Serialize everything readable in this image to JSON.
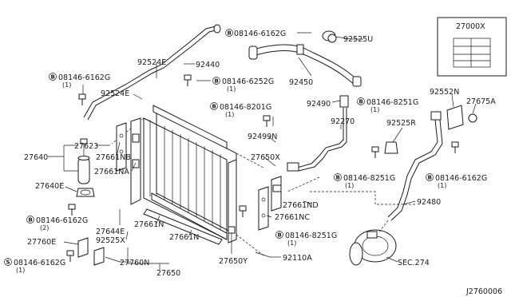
{
  "prefix_b": "B",
  "prefix_s": "S",
  "labels": {
    "l27000x": "27000X",
    "l92525u": "92525U",
    "l92524e_top": "92524E",
    "l92440": "92440",
    "l92450": "92450",
    "l92524e_mid": "92524E",
    "l92552n": "92552N",
    "l27675a": "27675A",
    "l92490": "92490",
    "l92270": "92270",
    "l92525r": "92525R",
    "l92499n": "92499N",
    "l27623": "27623",
    "l27640": "27640",
    "l27661nb": "27661NB",
    "l27661na": "27661NA",
    "l27650x": "27650X",
    "l27640e": "27640E",
    "l27661nd": "27661ND",
    "l92480": "92480",
    "l27661nc": "27661NC",
    "l27644e": "27644E",
    "l27661n_a": "27661N",
    "l92525x": "92525X",
    "l27661n_b": "27661N",
    "l27760e": "27760E",
    "l27760n": "27760N",
    "l27650": "27650",
    "l27650y": "27650Y",
    "l92110a": "92110A",
    "lsec274": "SEC.274",
    "diagram_id": "J2760006"
  },
  "bolts": {
    "b_6162g_top": "08146-6162G",
    "b_6162g_left": "08146-6162G",
    "b_6162g_left_qty": "(1)",
    "b_6252g": "08146-6252G",
    "b_6252g_qty": "(1)",
    "b_8201g": "08146-8201G",
    "b_8201g_qty": "(1)",
    "b_8251g_top": "08146-8251G",
    "b_8251g_top_qty": "(1)",
    "b_8251g_mid": "08146-8251G",
    "b_8251g_mid_qty": "(1)",
    "b_6162g_right": "08146-6162G",
    "b_6162g_right_qty": "(1)",
    "b_6162g_bl": "08146-6162G",
    "b_6162g_bl_qty": "(2)",
    "b_8251g_bot": "08146-8251G",
    "b_8251g_bot_qty": "(1)",
    "s_6162g": "08146-6162G",
    "s_6162g_qty": "(1)"
  }
}
